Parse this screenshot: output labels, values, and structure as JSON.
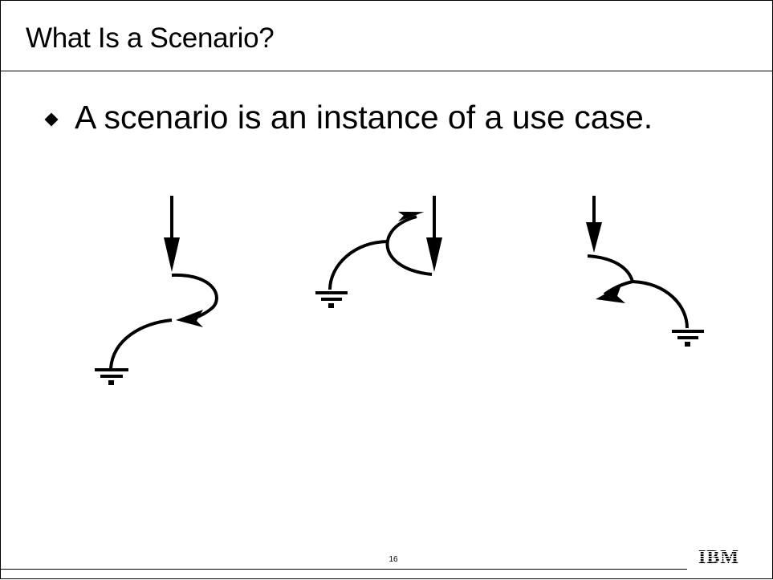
{
  "slide": {
    "title": "What Is a Scenario?",
    "bullets": [
      {
        "text": "A scenario is an instance of a use case."
      }
    ],
    "page_number": "16",
    "logo_text": "IBM"
  },
  "diagram": {
    "scenarios": [
      {
        "name": "scenario-1",
        "elements": [
          "entry-arrow",
          "curve",
          "return-arrow",
          "curve",
          "ground-terminal"
        ]
      },
      {
        "name": "scenario-2",
        "elements": [
          "entry-arrow",
          "loop-arrow",
          "curve",
          "ground-terminal"
        ]
      },
      {
        "name": "scenario-3",
        "elements": [
          "entry-arrow",
          "curve",
          "branch-arrow",
          "curve",
          "ground-terminal"
        ]
      }
    ],
    "color": "#000000"
  }
}
